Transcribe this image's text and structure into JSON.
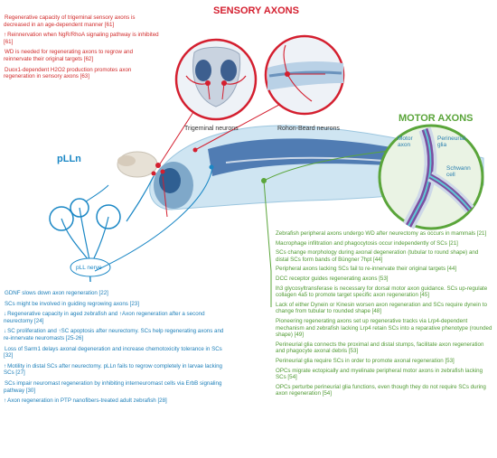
{
  "titles": {
    "sensory": "SENSORY AXONS",
    "motor": "MOTOR AXONS",
    "pll": "pLLn"
  },
  "labels": {
    "trigeminal": "Trigeminal neurons",
    "rohon": "Rohon-Beard neurons",
    "pll_nerve": "pLL nerve",
    "motor_axon": "Motor axon",
    "perineurial_glia": "Perineurial glia",
    "schwann_cell": "Schwann cell"
  },
  "sensory_items": [
    {
      "arrow": "",
      "text": "Regenerative capacity of trigeminal sensory axons is decreased in an age-dependent manner [61]"
    },
    {
      "arrow": "↑",
      "text": "Reinnervation when NgR/RhoA signaling pathway is inhibited [61]"
    },
    {
      "arrow": "",
      "text": "WD is needed for regenerating axons to regrow and reinnervate their original targets [62]"
    },
    {
      "arrow": "",
      "text": "Duox1-dependent H2O2 production promotes axon regeneration in sensory axons [63]"
    }
  ],
  "pll_items": [
    {
      "arrow": "",
      "text": "GDNF slows down axon regeneration [22]"
    },
    {
      "arrow": "",
      "text": "SCs might be involved in guiding regrowing axons [23]"
    },
    {
      "arrow": "↓",
      "text": "Regenerative capacity in aged zebrafish and ↑Axon regeneration after a second neurectomy [24]"
    },
    {
      "arrow": "↓",
      "text": "SC proliferation and ↑SC apoptosis after neurectomy. SCs help regenerating axons and re-innervate neuromasts [25-26]"
    },
    {
      "arrow": "",
      "text": "Loss of Sarm1 delays axonal degeneration and increase chemotoxicity tolerance in SCs [32]"
    },
    {
      "arrow": "↑",
      "text": "Motility in distal SCs after neurectomy. pLLn fails to regrow completely in larvae lacking SCs [27]"
    },
    {
      "arrow": "",
      "text": "SCs impair neuromast regeneration by inhibiting interneuromast cells via ErbB signaling pathway [30]"
    },
    {
      "arrow": "↑",
      "text": "Axon regeneration in PTP nanofibers-treated adult zebrafish [28]"
    }
  ],
  "motor_items": [
    {
      "text": "Zebrafish peripheral axons undergo WD after neurectomy as occurs in mammals [21]"
    },
    {
      "text": "Macrophage infiltration and phagocytosis occur independently of SCs [21]"
    },
    {
      "text": "SCs change morphology during axonal degeneration (tubular to round shape) and distal SCs form bands of Büngner 7hpt [44]"
    },
    {
      "text": "Peripheral axons lacking SCs fail to re-innervate their original targets [44]"
    },
    {
      "text": "DCC receptor guides regenerating axons [53]"
    },
    {
      "text": "lh3 glycosyltransferase is necessary for dorsal motor axon guidance. SCs up-regulate collagen 4a5 to promote target specific axon regeneration [45]"
    },
    {
      "text": "Lack of either Dynein or Kinesin worsen axon regeneration and SCs require dynein to change from tubular to rounded shape [48]"
    },
    {
      "text": "Pioneering regenerating axons set up regenerative tracks via Lrp4-dependent mechanism and zebrafish lacking Lrp4 retain SCs into a reparative phenotype (rounded shape) [49]"
    },
    {
      "text": "Perineurial glia connects the proximal and distal stumps, facilitate axon regeneration and phagocyte axonal debris [53]"
    },
    {
      "text": "Perineurial glia require SCs in order to promote axonal regeneration [53]"
    },
    {
      "text": "OPCs migrate ectopically and myelinate peripheral motor axons in zebrafish lacking SCs [54]"
    },
    {
      "text": "OPCs perturbe perineurial glia functions, even though they do not require SCs during axon regeneration [54]"
    }
  ],
  "colors": {
    "sensory": "#d41f2f",
    "motor": "#5aa53a",
    "pll": "#1a87c5",
    "fish_body": "#a9cfe6"
  }
}
